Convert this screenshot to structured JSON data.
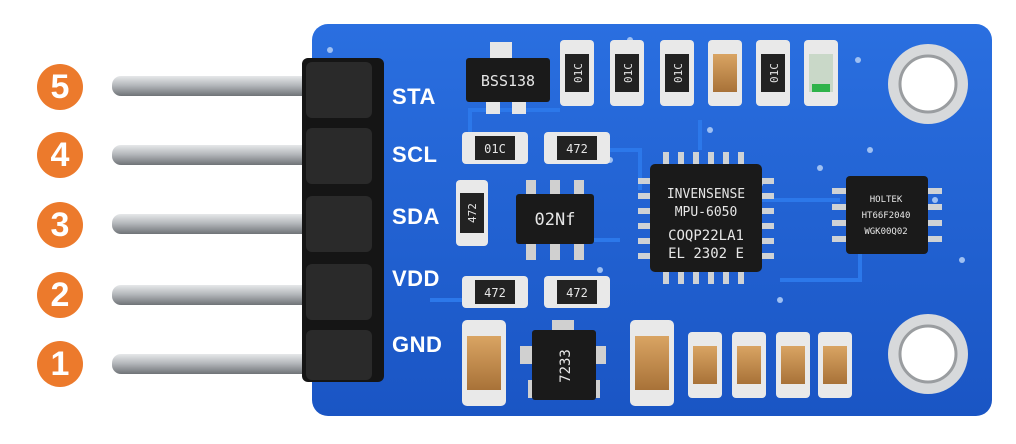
{
  "colors": {
    "pcb": "#1f62d6",
    "pcb_dark": "#1548b0",
    "pin_badge": "#ec7a2c",
    "silkscreen": "#ffffff",
    "chip": "#1a1a1a",
    "pin_metal": "#b9bcc0"
  },
  "pins": [
    {
      "number": "5",
      "name": "STA"
    },
    {
      "number": "4",
      "name": "SCL"
    },
    {
      "number": "3",
      "name": "SDA"
    },
    {
      "number": "2",
      "name": "VDD"
    },
    {
      "number": "1",
      "name": "GND"
    }
  ],
  "chips": {
    "mpu": {
      "line1": "INVENSENSE",
      "line2": "MPU-6050",
      "line3": "COQP22LA1",
      "line4": "EL 2302 E"
    },
    "eeprom": {
      "line1": "HOLTEK",
      "line2": "HT66F2040",
      "line3": "WGK00Q02"
    },
    "transistor": {
      "label": "BSS138"
    },
    "sot6": {
      "label": "02Nf"
    },
    "regulator": {
      "label": "7233"
    }
  },
  "resistors": {
    "r1": "01C",
    "r2": "01C",
    "r3": "01C",
    "r4": "01C",
    "r5": "01C",
    "r6": "472",
    "r7": "472",
    "r8": "472",
    "r9": "472"
  }
}
